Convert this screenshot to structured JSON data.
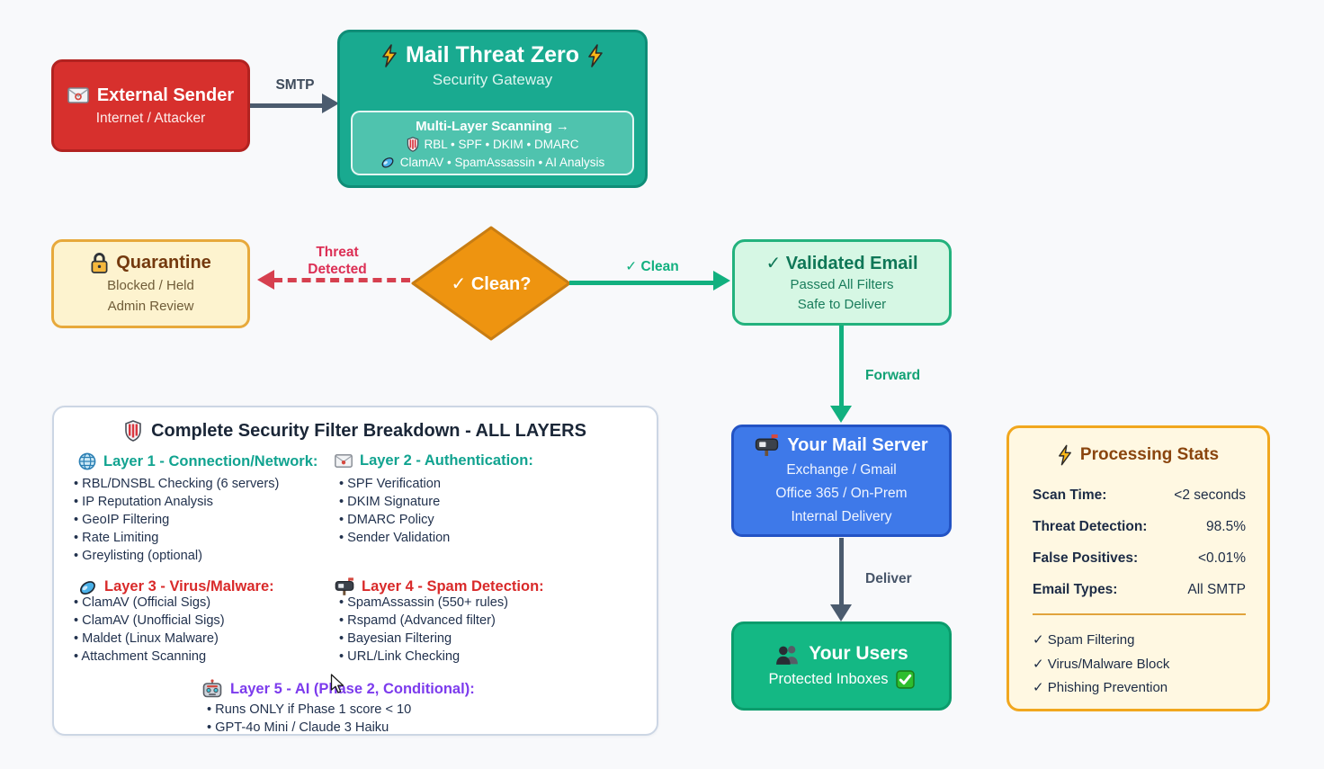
{
  "page": {
    "background": "#f8f9fb"
  },
  "nodes": {
    "external_sender": {
      "title": "External Sender",
      "subtitle": "Internet / Attacker"
    },
    "gateway": {
      "title": "Mail Threat Zero",
      "subtitle": "Security Gateway",
      "scan_title": "Multi-Layer Scanning →",
      "scan_line1": "RBL • SPF • DKIM • DMARC",
      "scan_line2": "ClamAV • SpamAssassin • AI Analysis"
    },
    "quarantine": {
      "title": "Quarantine",
      "line1": "Blocked / Held",
      "line2": "Admin Review"
    },
    "decision": {
      "label": "✓ Clean?"
    },
    "validated": {
      "title": "✓ Validated Email",
      "line1": "Passed All Filters",
      "line2": "Safe to Deliver"
    },
    "mail_server": {
      "title": "Your Mail Server",
      "line1": "Exchange / Gmail",
      "line2": "Office 365 / On-Prem",
      "line3": "Internal Delivery"
    },
    "users": {
      "title": "Your Users",
      "line1": "Protected Inboxes"
    }
  },
  "edges": {
    "smtp": "SMTP",
    "threat_line1": "Threat",
    "threat_line2": "Detected",
    "clean": "✓ Clean",
    "forward": "Forward",
    "deliver": "Deliver"
  },
  "breakdown": {
    "title": "Complete Security Filter Breakdown - ALL LAYERS",
    "layers": [
      {
        "heading": "Layer 1 - Connection/Network:",
        "items": [
          "RBL/DNSBL Checking (6 servers)",
          "IP Reputation Analysis",
          "GeoIP Filtering",
          "Rate Limiting",
          "Greylisting (optional)"
        ]
      },
      {
        "heading": "Layer 2 - Authentication:",
        "items": [
          "SPF Verification",
          "DKIM Signature",
          "DMARC Policy",
          "Sender Validation"
        ]
      },
      {
        "heading": "Layer 3 - Virus/Malware:",
        "items": [
          "ClamAV (Official Sigs)",
          "ClamAV (Unofficial Sigs)",
          "Maldet (Linux Malware)",
          "Attachment Scanning"
        ]
      },
      {
        "heading": "Layer 4 - Spam Detection:",
        "items": [
          "SpamAssassin (550+ rules)",
          "Rspamd (Advanced filter)",
          "Bayesian Filtering",
          "URL/Link Checking"
        ]
      },
      {
        "heading": "Layer 5 - AI (Phase 2, Conditional):",
        "items": [
          "Runs ONLY if Phase 1 score < 10",
          "GPT-4o Mini / Claude 3 Haiku"
        ]
      }
    ]
  },
  "stats": {
    "title": "Processing Stats",
    "rows": [
      {
        "label": "Scan Time:",
        "value": "<2 seconds"
      },
      {
        "label": "Threat Detection:",
        "value": "98.5%"
      },
      {
        "label": "False Positives:",
        "value": "<0.01%"
      },
      {
        "label": "Email Types:",
        "value": "All SMTP"
      }
    ],
    "checks": [
      "✓ Spam Filtering",
      "✓ Virus/Malware Block",
      "✓ Phishing Prevention"
    ]
  },
  "colors": {
    "red_node": "#d7302d",
    "teal_node": "#19aa90",
    "teal_inner": "#4fc3ae",
    "amber_node_bg": "#fdf3cf",
    "amber_border": "#e7a93c",
    "orange_diamond": "#ee9410",
    "green_node": "#14b884",
    "green_light_bg": "#d6f7e4",
    "green_accent": "#12b07f",
    "blue_node": "#3e79e9",
    "slate_arrow": "#4b5b6e",
    "threat_red": "#dc2f55",
    "stats_bg": "#fff8e2",
    "stats_border": "#f1a71e",
    "heading_teal": "#11a390",
    "heading_red": "#d92a2a",
    "heading_purple": "#7c3bed"
  },
  "icons": {
    "envelope-icon": "✉",
    "lightning-icon": "⚡",
    "shield-icon": "🛡",
    "comet-icon": "☄",
    "lock-icon": "🔒",
    "mailbox-icon": "📪",
    "people-icon": "👥",
    "checkbox-icon": "✅",
    "globe-icon": "🌐",
    "robot-icon": "🤖",
    "cursor-pointer": "↖"
  }
}
